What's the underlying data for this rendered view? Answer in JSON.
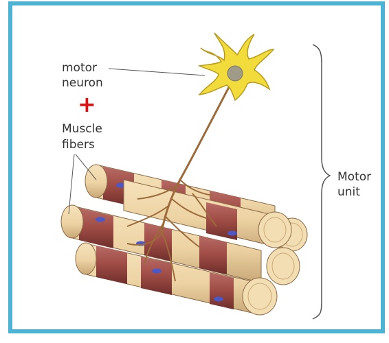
{
  "labels": {
    "motor_neuron_line1": "motor",
    "motor_neuron_line2": "neuron",
    "plus": "+",
    "muscle_fibers_line1": "Muscle",
    "muscle_fibers_line2": "fibers",
    "motor_unit_line1": "Motor",
    "motor_unit_line2": "unit"
  },
  "colors": {
    "frame": "#4db3d4",
    "plus": "#e01010",
    "neuron_body": "#f2dc3c",
    "nucleus": "#a09a88",
    "axon": "#9c6b3a",
    "fiber_tan": "#edd3a4",
    "fiber_band": "#9e4b44",
    "fiber_nucleus": "#4a58c8"
  }
}
